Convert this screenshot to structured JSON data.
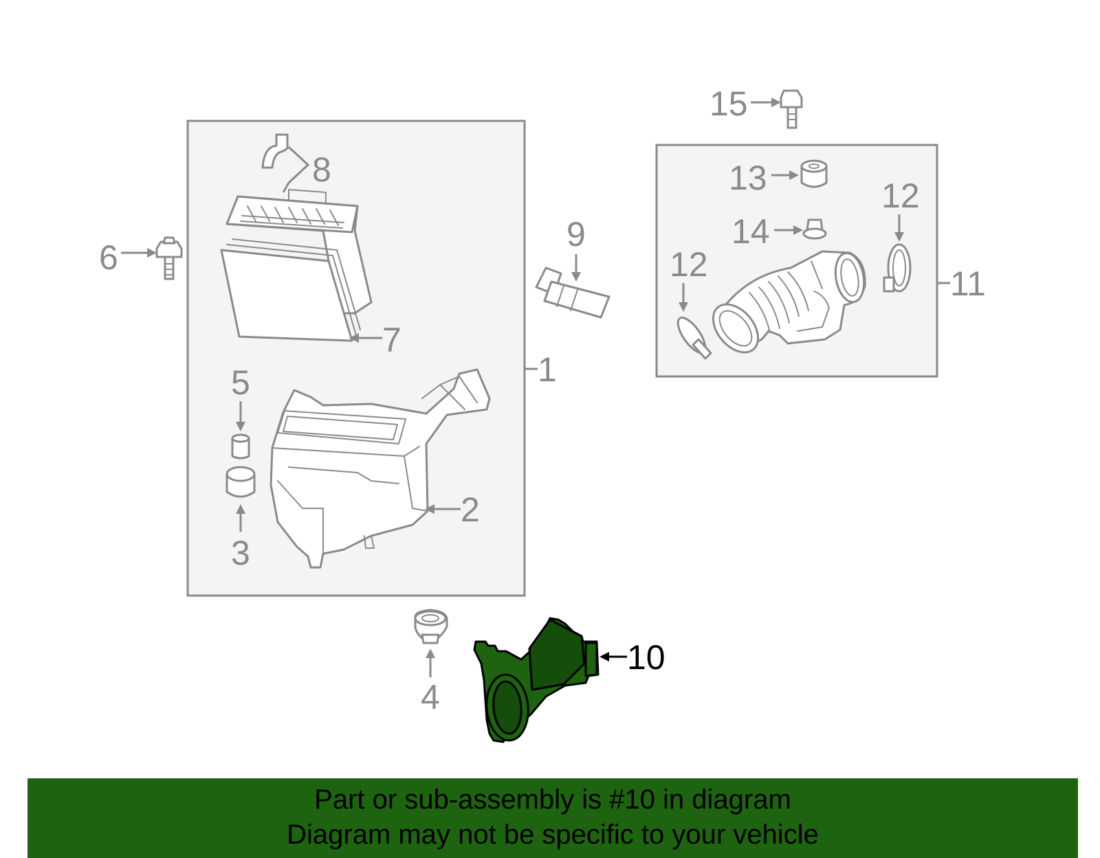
{
  "diagram": {
    "callouts": {
      "c1": "1",
      "c2": "2",
      "c3": "3",
      "c4": "4",
      "c5": "5",
      "c6": "6",
      "c7": "7",
      "c8": "8",
      "c9": "9",
      "c10": "10",
      "c11": "11",
      "c12a": "12",
      "c12b": "12",
      "c13": "13",
      "c14": "14",
      "c15": "15"
    },
    "highlighted_part": "10",
    "colors": {
      "highlight": "#1e6410",
      "line": "#8a8a8a",
      "box_fill": "#f4f4f4"
    }
  },
  "banner": {
    "line1": "Part or sub-assembly is #10 in diagram",
    "line2": "Diagram may not be specific to your vehicle"
  }
}
